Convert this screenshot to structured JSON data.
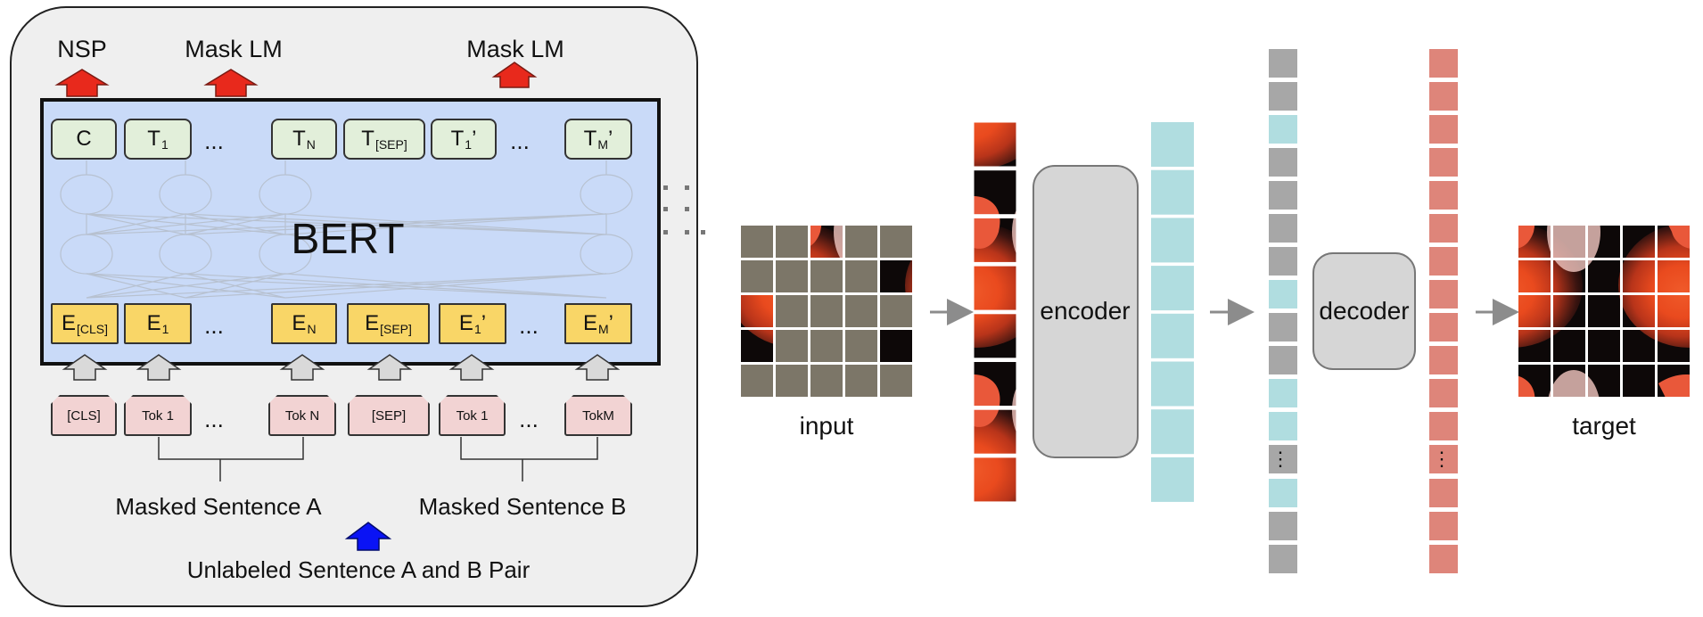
{
  "bert": {
    "top_labels": [
      "NSP",
      "Mask LM",
      "Mask LM"
    ],
    "title": "BERT",
    "output_tokens": [
      {
        "main": "C",
        "sub": "",
        "suffix": ""
      },
      {
        "main": "T",
        "sub": "1",
        "suffix": ""
      },
      {
        "main": "T",
        "sub": "N",
        "suffix": ""
      },
      {
        "main": "T",
        "sub": "[SEP]",
        "suffix": ""
      },
      {
        "main": "T",
        "sub": "1",
        "suffix": "’"
      },
      {
        "main": "T",
        "sub": "M",
        "suffix": "’"
      }
    ],
    "embedding_tokens": [
      {
        "main": "E",
        "sub": "[CLS]",
        "suffix": ""
      },
      {
        "main": "E",
        "sub": "1",
        "suffix": ""
      },
      {
        "main": "E",
        "sub": "N",
        "suffix": ""
      },
      {
        "main": "E",
        "sub": "[SEP]",
        "suffix": ""
      },
      {
        "main": "E",
        "sub": "1",
        "suffix": "’"
      },
      {
        "main": "E",
        "sub": "M",
        "suffix": "’"
      }
    ],
    "input_tokens": [
      "[CLS]",
      "Tok 1",
      "Tok N",
      "[SEP]",
      "Tok 1",
      "TokM"
    ],
    "ellipsis": "...",
    "sentence_a": "Masked Sentence A",
    "sentence_b": "Masked Sentence B",
    "pair_label": "Unlabeled Sentence A and B Pair"
  },
  "mae": {
    "input_caption": "input",
    "encoder_label": "encoder",
    "decoder_label": "decoder",
    "target_caption": "target",
    "vertical_ellipsis": "⋮",
    "colors": {
      "visible_token": "#b0dde0",
      "mask_token": "#a7a7a7",
      "decoder_output": "#de857a",
      "masked_patch": "#7c7668",
      "block_fill": "#d6d6d6",
      "bert_fill": "#c9daf8",
      "panel_fill": "#efefef",
      "arrow_red": "#e8291c",
      "arrow_blue": "#0a13f5",
      "arrow_gray": "#d9d9d9"
    }
  }
}
